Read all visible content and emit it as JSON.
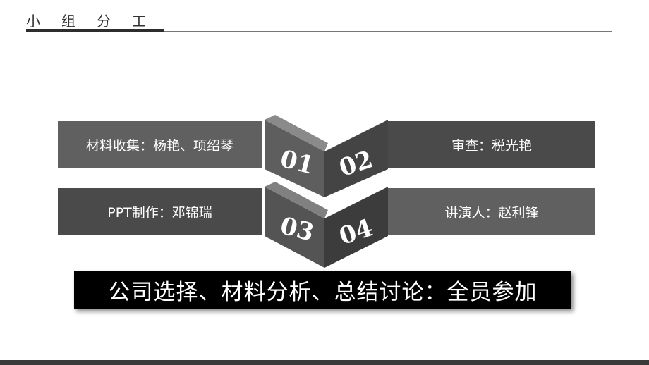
{
  "header": {
    "title": "小组分工"
  },
  "tasks": [
    {
      "text": "材料收集：杨艳、项绍琴"
    },
    {
      "text": "审查：税光艳"
    },
    {
      "text": "PPT制作：邓锦瑞"
    },
    {
      "text": "讲演人：赵利锋"
    }
  ],
  "numbers": [
    "01",
    "02",
    "03",
    "04"
  ],
  "banner": {
    "text": "公司选择、材料分析、总结讨论：全员参加"
  },
  "colors": {
    "dark_box": "#4a4a4a",
    "light_box": "#606060",
    "banner": "#000000"
  }
}
